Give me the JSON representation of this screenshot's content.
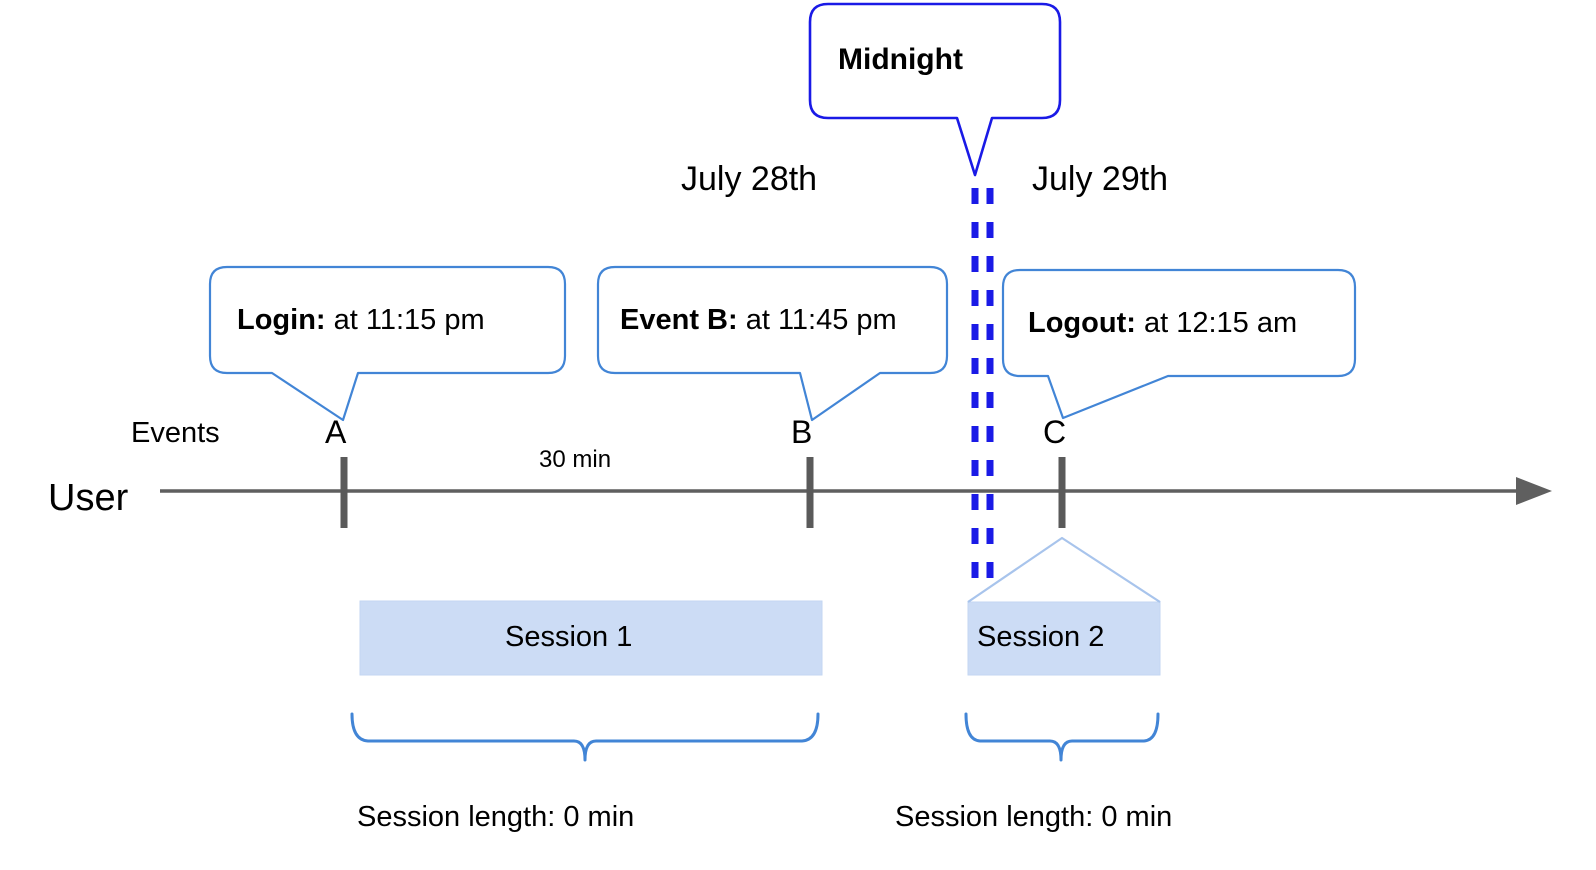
{
  "diagram": {
    "title_annotations": {
      "midnight": "Midnight",
      "date_left": "July 28th",
      "date_right": "July 29th"
    },
    "axis": {
      "row_label": "User",
      "events_label": "Events",
      "gap_label": "30 min"
    },
    "events": [
      {
        "id": "A",
        "marker": "A",
        "callout_bold": "Login:",
        "callout_rest": " at 11:15 pm"
      },
      {
        "id": "B",
        "marker": "B",
        "callout_bold": "Event B:",
        "callout_rest": " at 11:45 pm"
      },
      {
        "id": "C",
        "marker": "C",
        "callout_bold": "Logout:",
        "callout_rest": " at 12:15 am"
      }
    ],
    "sessions": [
      {
        "name": "Session 1",
        "length_label": "Session length: 0 min"
      },
      {
        "name": "Session 2",
        "length_label": "Session length: 0 min"
      }
    ],
    "colors": {
      "callout_border": "#4285d6",
      "midnight_border": "#1a1ae6",
      "midnight_dashes": "#1a1ae6",
      "session_fill": "#ccdcf5",
      "session_outline": "#a8c4ec",
      "axis": "#5f5f5f",
      "tick": "#5a5a5a",
      "brace": "#4285d6",
      "text": "#000000"
    }
  }
}
